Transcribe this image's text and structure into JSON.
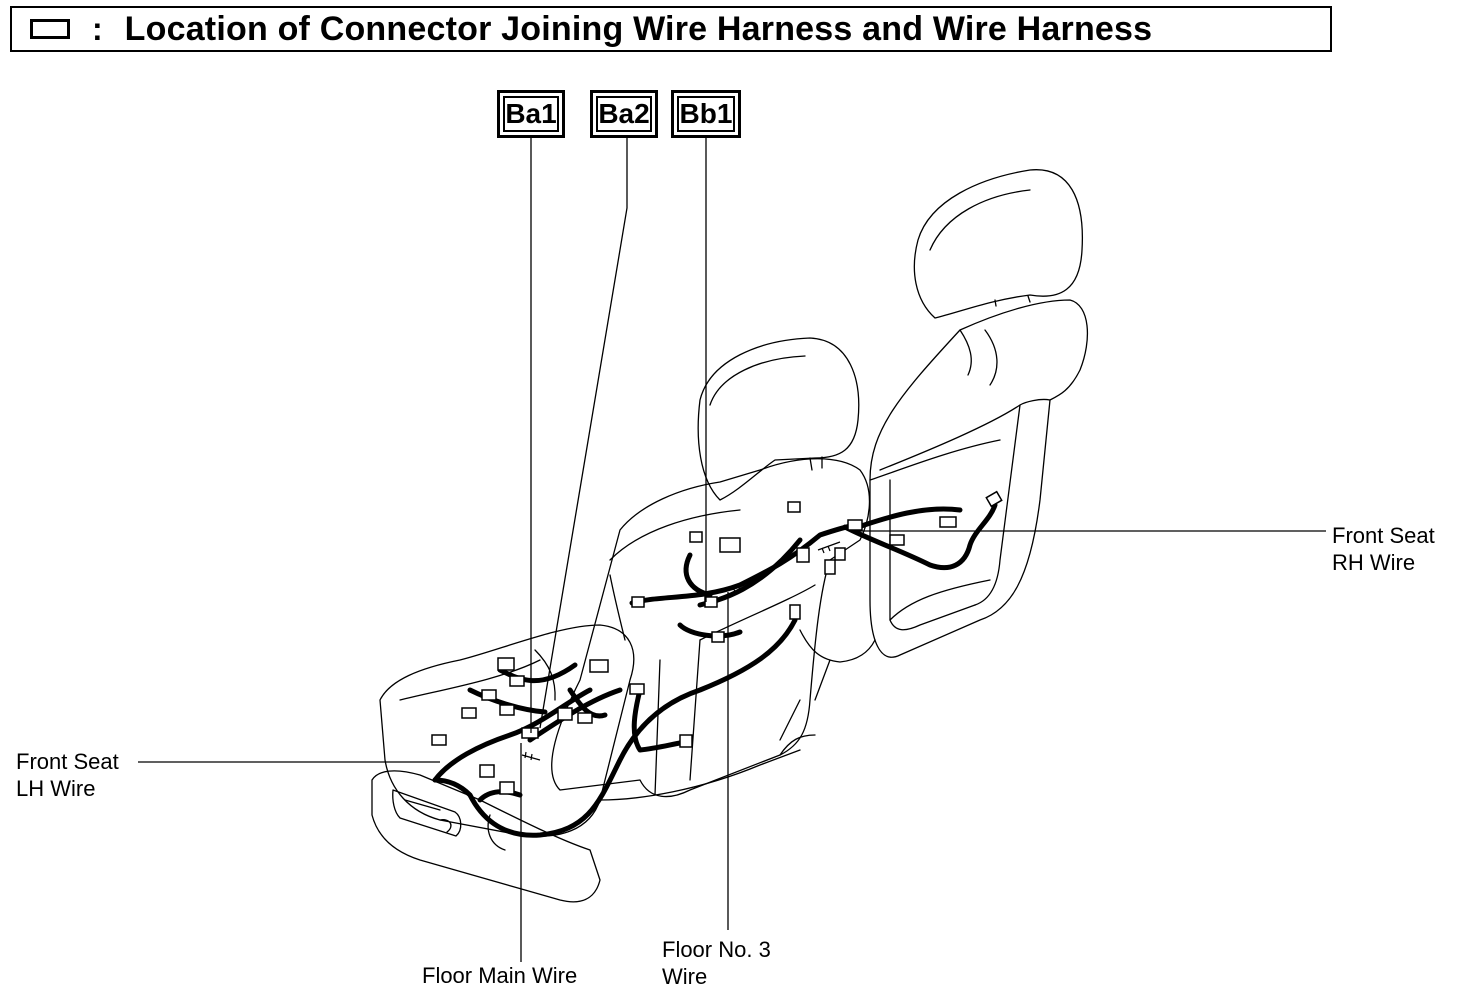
{
  "title": {
    "colon": ":",
    "text": "Location of Connector Joining Wire Harness and Wire Harness"
  },
  "connector_codes": [
    "Ba1",
    "Ba2",
    "Bb1"
  ],
  "labels": {
    "front_seat_rh": "Front Seat\nRH Wire",
    "front_seat_lh": "Front Seat\nLH Wire",
    "floor_main": "Floor Main Wire",
    "floor_no3": "Floor No. 3\nWire"
  }
}
